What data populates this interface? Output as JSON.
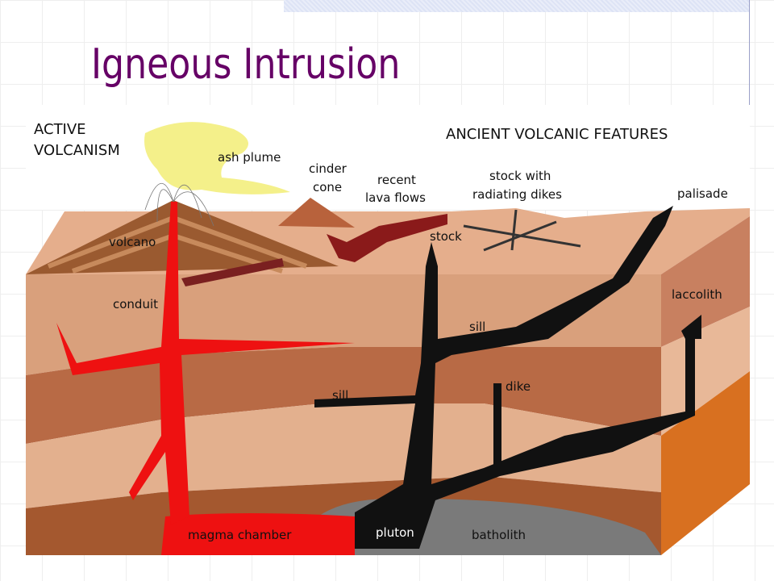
{
  "slide": {
    "title": "Igneous Intrusion"
  },
  "diagram": {
    "headers": {
      "active_1": "ACTIVE",
      "active_2": "VOLCANISM",
      "ancient": "ANCIENT VOLCANIC FEATURES"
    },
    "labels": {
      "ash_plume": "ash plume",
      "cinder_1": "cinder",
      "cinder_2": "cone",
      "recent_1": "recent",
      "recent_2": "lava flows",
      "stockdikes_1": "stock with",
      "stockdikes_2": "radiating dikes",
      "palisade": "palisade",
      "volcano": "volcano",
      "stock": "stock",
      "conduit": "conduit",
      "sill_upper": "sill",
      "sill_lower": "sill",
      "laccolith": "laccolith",
      "dike": "dike",
      "magma_chamber": "magma chamber",
      "pluton": "pluton",
      "batholith": "batholith"
    },
    "colors": {
      "magma": "#ee1111",
      "intrusion": "#111111",
      "plume": "#f4f08a",
      "title": "#660066"
    }
  }
}
